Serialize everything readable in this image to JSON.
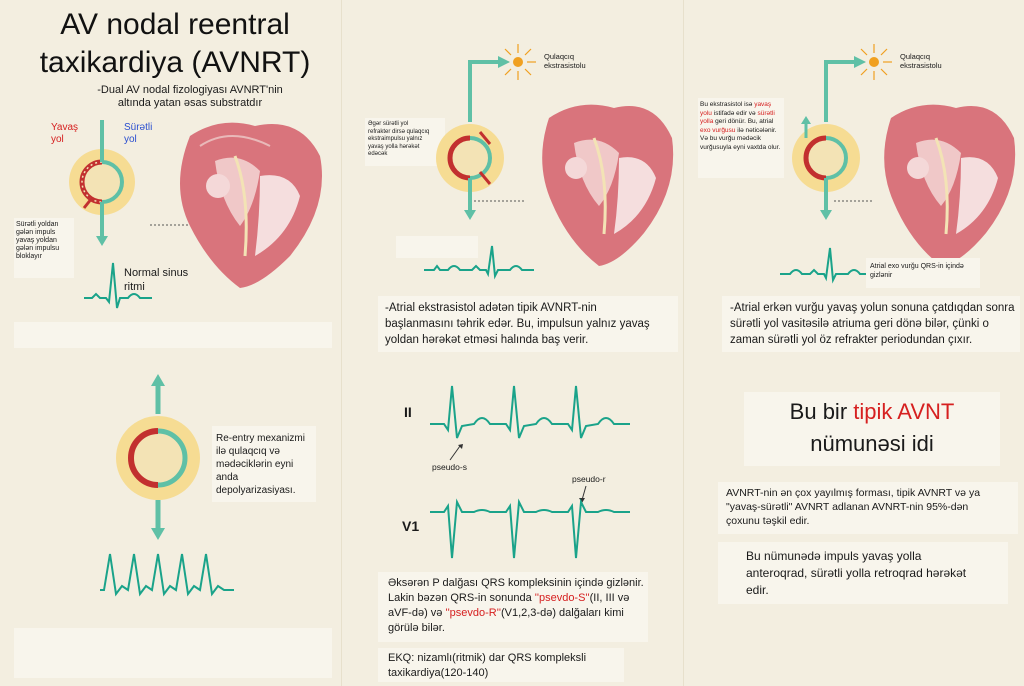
{
  "colors": {
    "background": "#f3eee0",
    "ecg_teal": "#1aa38a",
    "slow_path_red": "#c2302f",
    "fast_path_teal": "#5fc0a6",
    "node_yellow": "#f6dc93",
    "heart_pink": "#d9747c",
    "spark_orange": "#f0a020",
    "accent_red": "#e0201c"
  },
  "title": {
    "line1": "AV nodal reentral",
    "line2": "taxikardiya (AVNRT)"
  },
  "panel1": {
    "subtitle_line1": "-Dual AV nodal fizologiyası AVNRT'nin",
    "subtitle_line2": "altında yatan əsas substratdır",
    "slow_label_line1": "Yavaş",
    "slow_label_line2": "yol",
    "fast_label_line1": "Sürətli",
    "fast_label_line2": "yol",
    "block_note": [
      "Sürətli yoldan",
      "gələn impuls",
      "yavaş yoldan",
      "gələn impulsu",
      "bloklayır"
    ],
    "ecg_label_line1": "Normal sinus",
    "ecg_label_line2": "ritmi"
  },
  "panel2": {
    "spark_label_line1": "Qulaqcıq",
    "spark_label_line2": "ekstrasistolu",
    "note": [
      "Əgər sürətli yol",
      "refrakter dirsə qulaqcıq",
      "ekstraimpulsu yalnız",
      "yavaş yolla hərəkət",
      "edəcək"
    ],
    "description": [
      "-Atrial ekstrasistol adətən tipik AVNRT-nin",
      "başlanmasını təhrik edər. Bu, impulsun yalnız yavaş",
      "yoldan hərəkət etməsi halında baş verir."
    ]
  },
  "panel3": {
    "spark_label_line1": "Qulaqcıq",
    "spark_label_line2": "ekstrasistolu",
    "note_p1": "Bu ekstrasistol isə ",
    "note_r1": "yavaş yolu",
    "note_p2": " istifadə edir və ",
    "note_r2": "sürətli yolla",
    "note_p3": " geri dönür. Bu, atrial ",
    "note_r3": "exo vurğusu",
    "note_p4": " ilə nəticələnir. Və bu vurğu mədəcik vurğusuyla eyni vaxtda olur.",
    "ecg_label_line1": "Atrial exo vurğu QRS-in içində",
    "ecg_label_line2": "gizlənir",
    "description": [
      "-Atrial erkən vurğu yavaş yolun sonuna çatdıqdan sonra",
      "sürətli yol vasitəsilə atriuma geri dönə bilər, çünki o",
      "zaman sürətli yol öz refrakter periodundan çıxır."
    ]
  },
  "panel4": {
    "reentry_text": [
      "Re-entry mexanizmi",
      "ilə qulaqcıq və",
      "mədəciklərin eyni",
      "anda",
      "depolyarizasiyası."
    ]
  },
  "panel5": {
    "lead_ii": "II",
    "lead_v1": "V1",
    "pseudo_s": "pseudo-s",
    "pseudo_r": "pseudo-r",
    "desc_l1": "Əksərən P dalğası QRS kompleksinin içində gizlənir.",
    "desc_l2a": "Lakin bəzən QRS-in sonunda ",
    "desc_l2r": "''psevdo-S''",
    "desc_l2b": "(II, III və",
    "desc_l3a": "aVF-də) və ",
    "desc_l3r": "''psevdo-R''",
    "desc_l3b": "(V1,2,3-də) dalğaları kimi",
    "desc_l4": "görülə bilər.",
    "ekg_l1": "EKQ: nizamlı(ritmik) dar QRS kompleksli",
    "ekg_l2": "taxikardiya(120-140)"
  },
  "panel6": {
    "heading_pre": "Bu bir ",
    "heading_red": "tipik AVNT",
    "heading_line2": "nümunəsi idi",
    "para1": [
      "AVNRT-nin ən çox yayılmış forması, tipik AVNRT və ya",
      "\"yavaş-sürətli\" AVNRT adlanan AVNRT-nin 95%-dən",
      "çoxunu təşkil edir."
    ],
    "para2": [
      "Bu nümunədə impuls yavaş yolla",
      "anteroqrad, sürətli yolla retroqrad hərəkət",
      "edir."
    ]
  }
}
